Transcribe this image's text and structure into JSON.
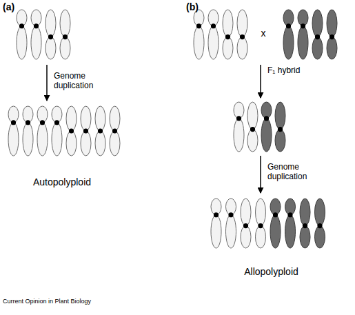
{
  "diagram": {
    "labels": [
      "(a)",
      "(b)",
      "Genome duplication",
      "Autopolyploid",
      "x",
      "F₁ hybrid",
      "Genome duplication",
      "Allopolyploid",
      "Current Opinion in Plant Biology"
    ]
  }
}
